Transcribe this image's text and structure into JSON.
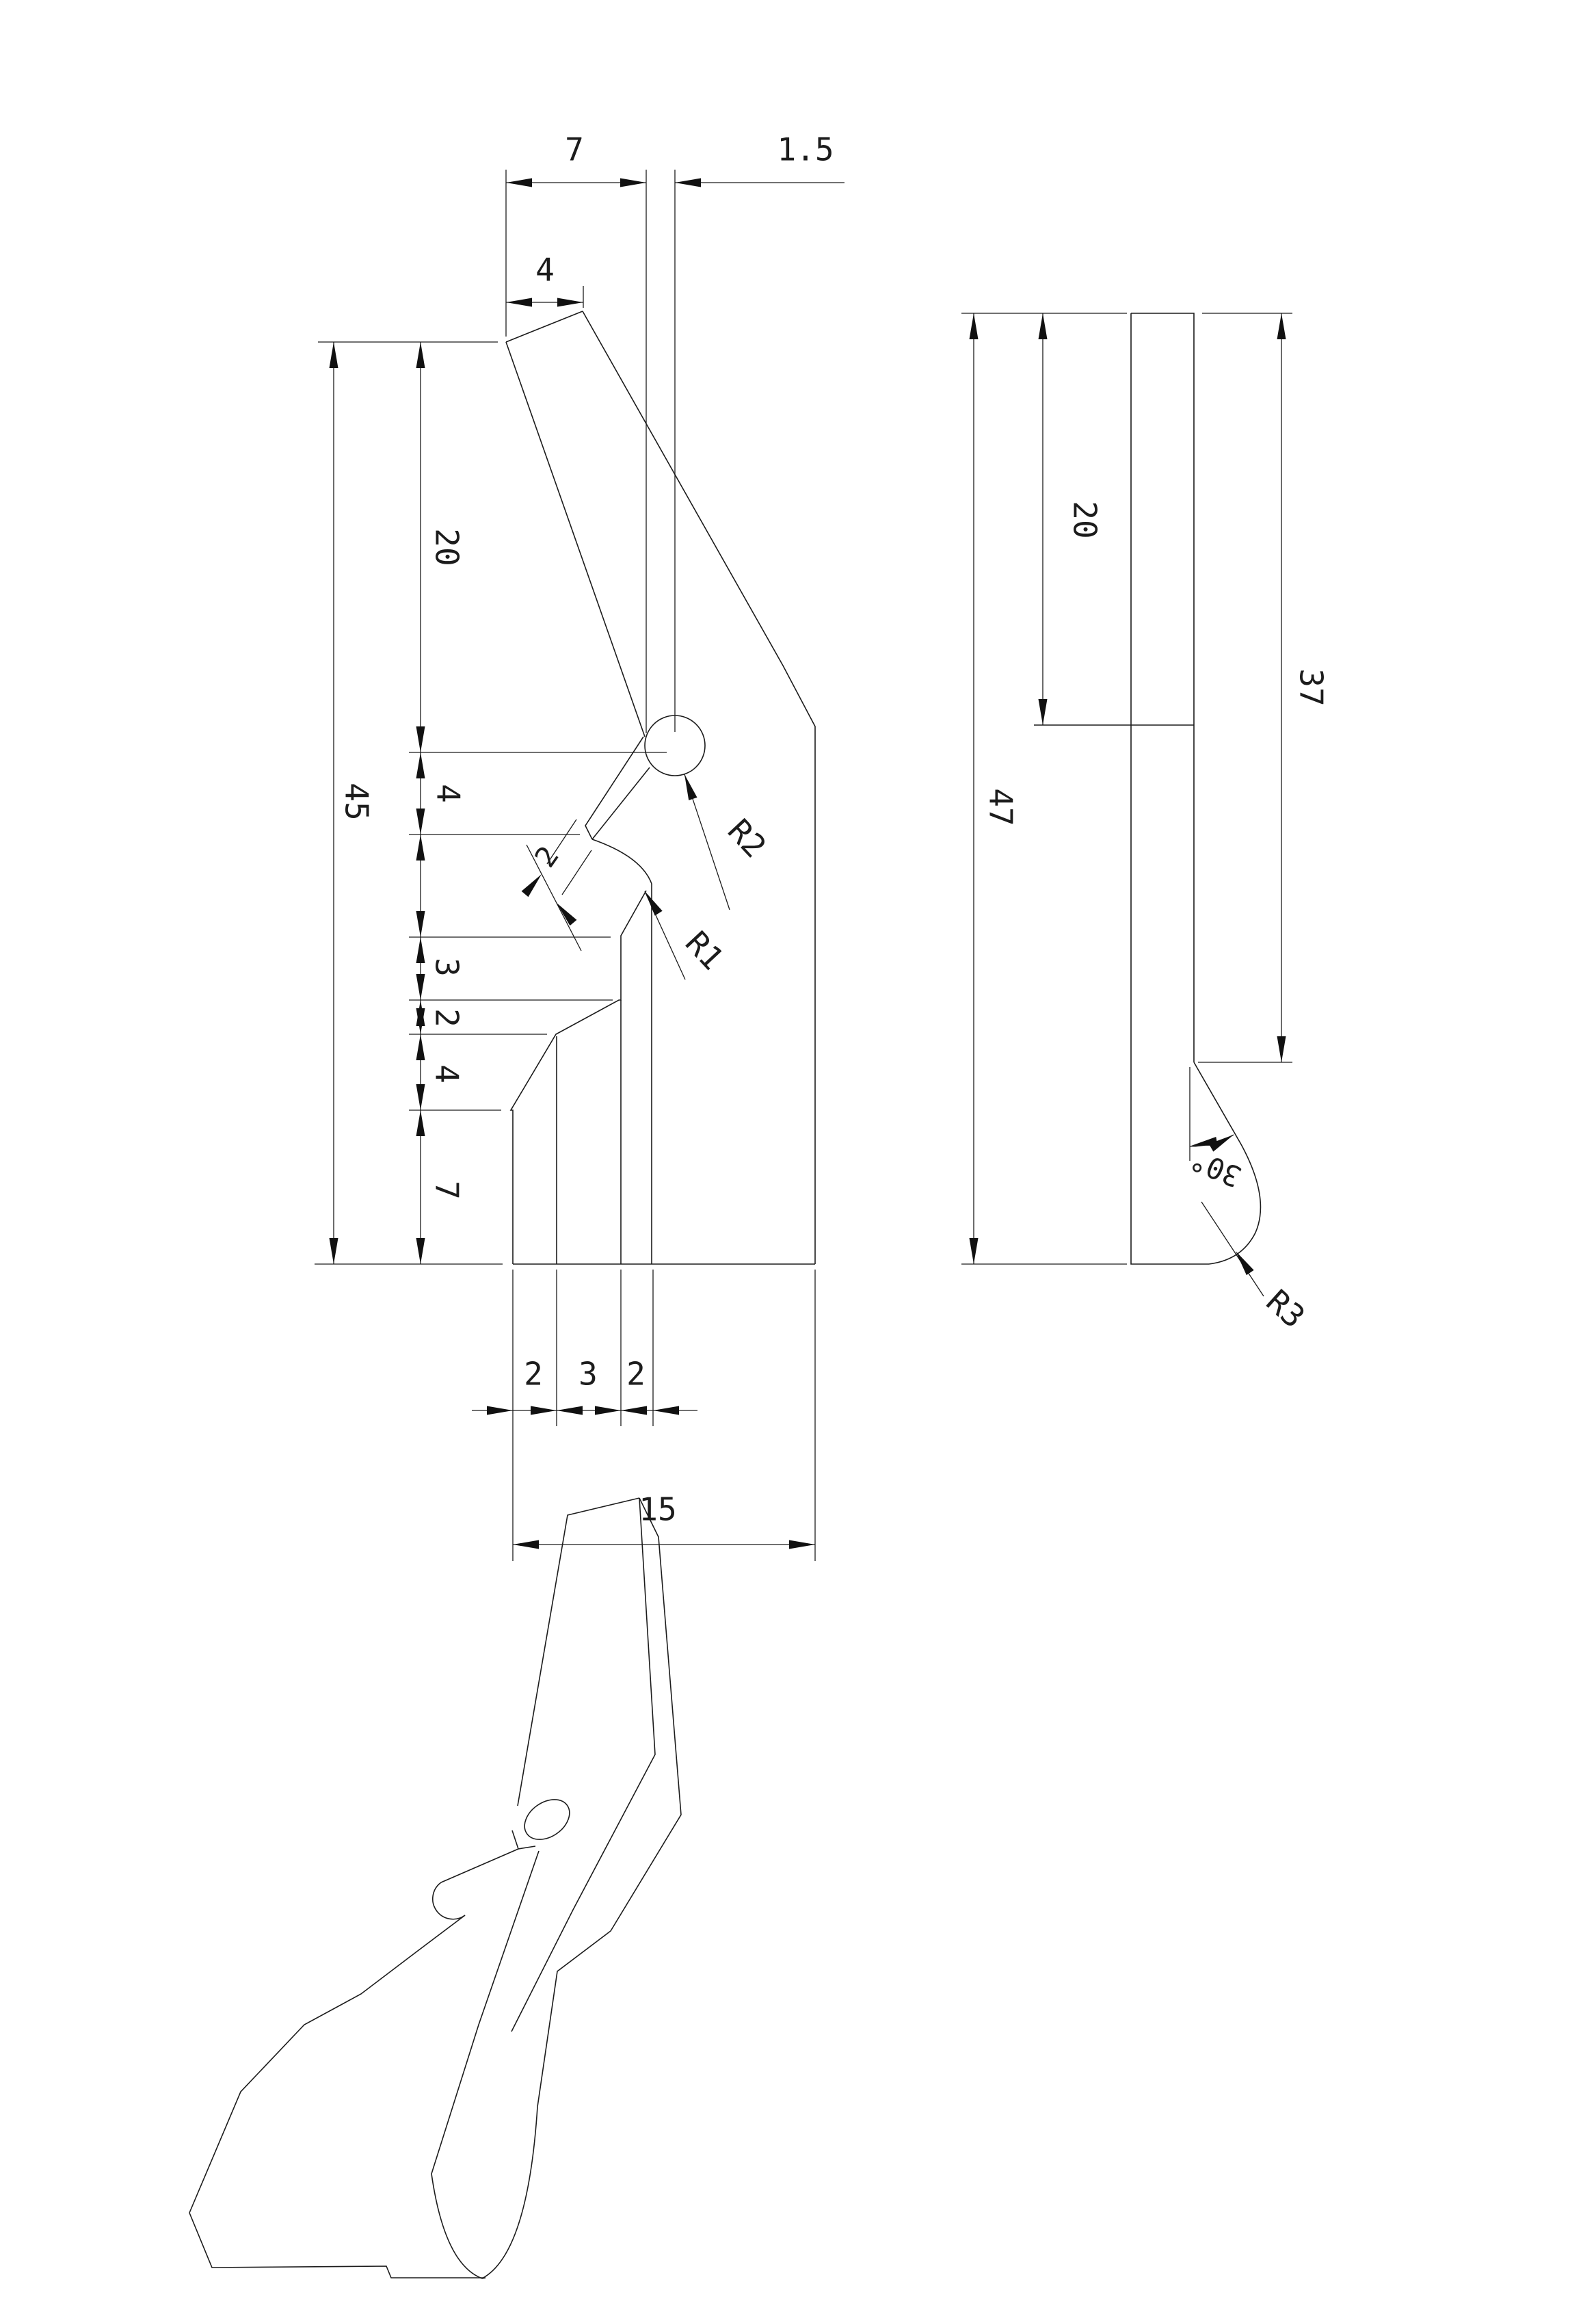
{
  "drawing": {
    "type": "engineering-drawing",
    "colors": {
      "line": "#1c1c1c",
      "background": "#ffffff"
    },
    "front": {
      "top": {
        "d7": "7",
        "d15": "1.5",
        "d4": "4"
      },
      "left": {
        "d45": "45",
        "d20": "20",
        "d4": "4",
        "d3": "3",
        "d2": "2",
        "d4b": "4",
        "d7": "7"
      },
      "notch": {
        "d2": "2",
        "r2": "R2",
        "r1": "R1"
      },
      "bottom": {
        "d2a": "2",
        "d3": "3",
        "d2b": "2",
        "d15": "15"
      }
    },
    "side": {
      "d20": "20",
      "d47": "47",
      "d37": "37",
      "a30": "30°",
      "r3": "R3"
    }
  }
}
